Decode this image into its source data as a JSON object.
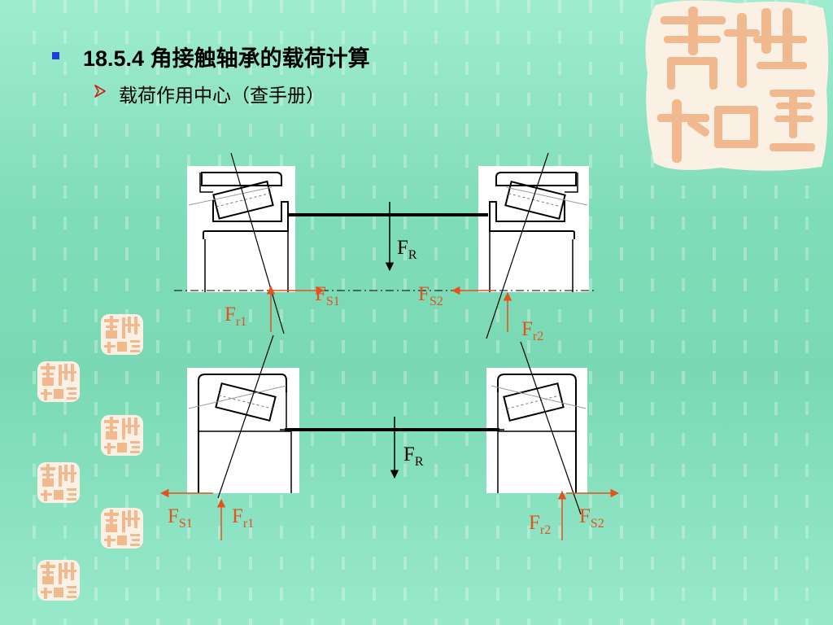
{
  "slide": {
    "heading": "18.5.4 角接触轴承的载荷计算",
    "subheading": "载荷作用中心（查手册）"
  },
  "diagram": {
    "force_labels": {
      "FR": {
        "main": "F",
        "sub": "R"
      },
      "FS1": {
        "main": "F",
        "sub": "S1"
      },
      "FS2": {
        "main": "F",
        "sub": "S2"
      },
      "Fr1": {
        "main": "F",
        "sub": "r1"
      },
      "Fr2": {
        "main": "F",
        "sub": "r2"
      }
    }
  },
  "decoration": {
    "seal_chars": [
      "吉",
      "祥",
      "如",
      "意"
    ]
  },
  "colors": {
    "background": "#8ee3c3",
    "bullet": "#1e3fd4",
    "arrow_bullet": "#c81e1e",
    "force_orange": "#e2531e",
    "seal": "#f0b98f"
  }
}
